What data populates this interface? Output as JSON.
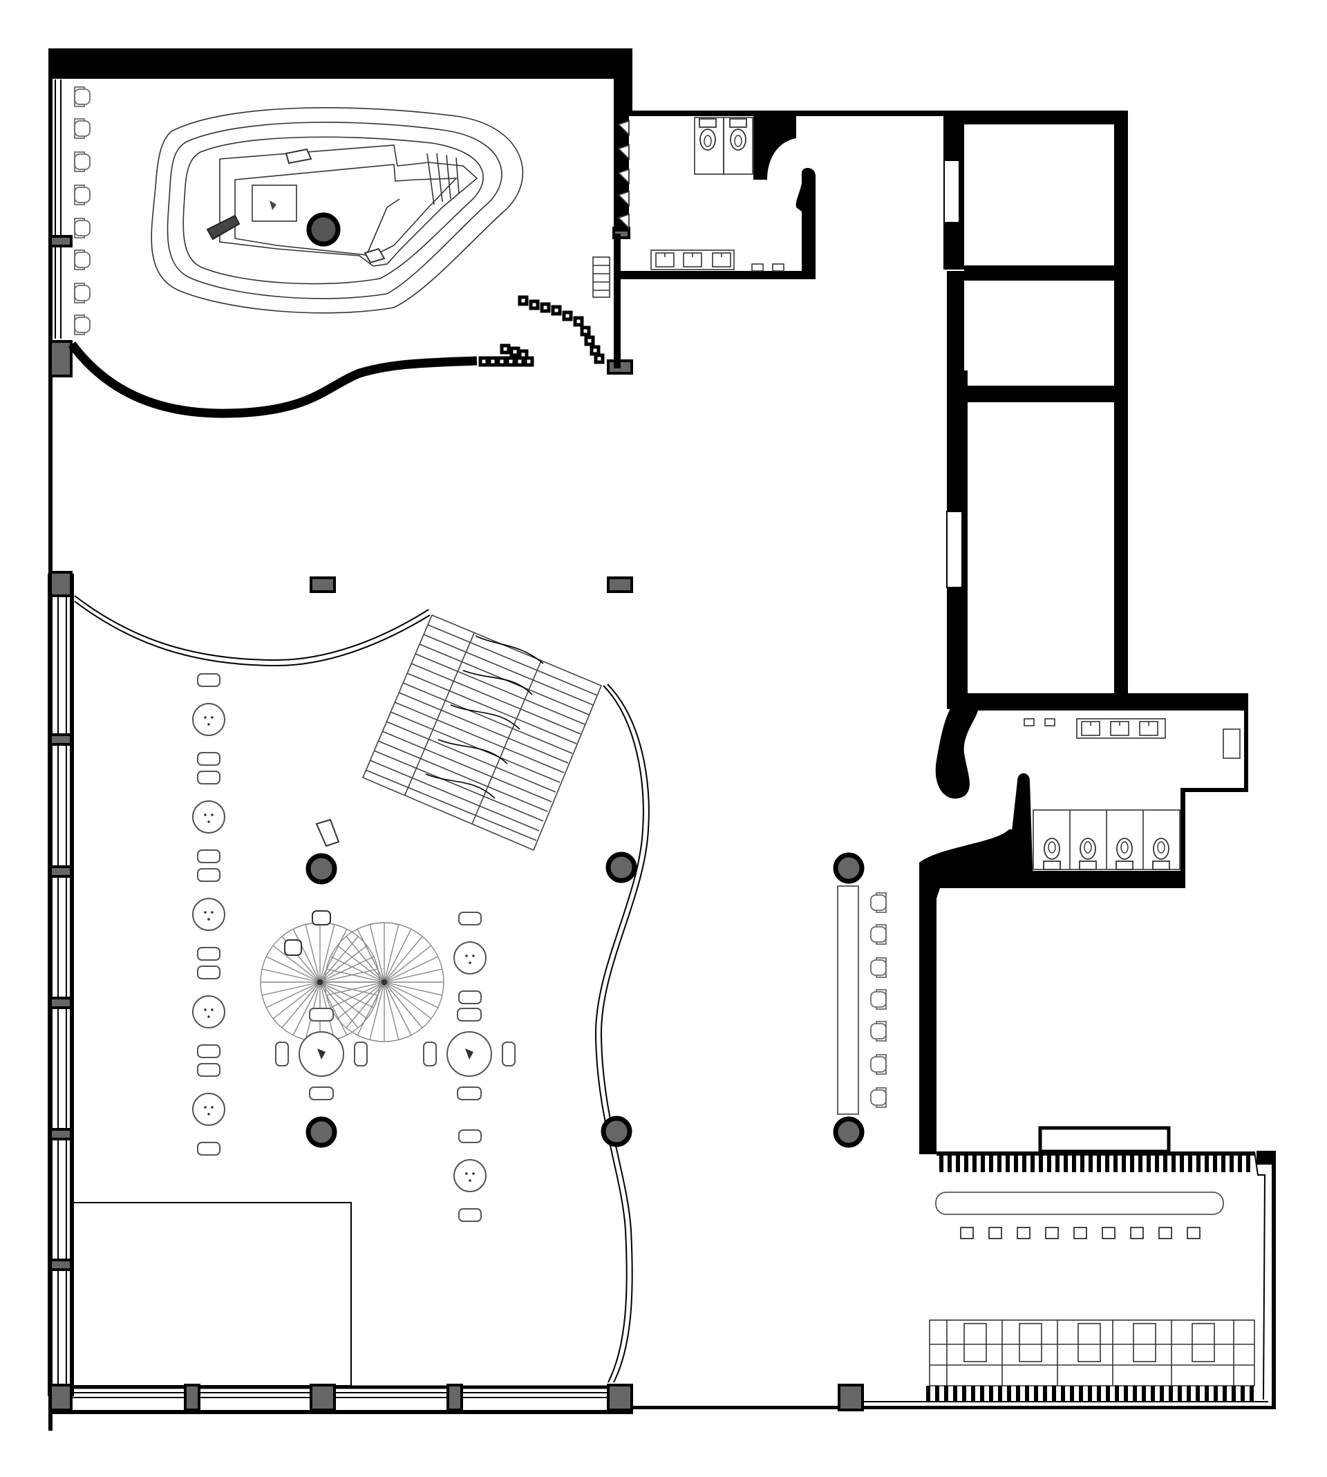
{
  "plan": {
    "colors": {
      "background": "#ffffff",
      "wall": "#000000",
      "column_fill": "#666666",
      "furniture_line": "#8a8a8a"
    },
    "spaces": [
      {
        "name": "raised-pool-platform"
      },
      {
        "name": "restroom-block-north"
      },
      {
        "name": "private-room-1"
      },
      {
        "name": "private-room-2"
      },
      {
        "name": "private-room-3"
      },
      {
        "name": "restroom-block-east"
      },
      {
        "name": "cafe-seating-area"
      },
      {
        "name": "bar-counter"
      },
      {
        "name": "service-kitchen"
      },
      {
        "name": "storage-room"
      }
    ]
  }
}
